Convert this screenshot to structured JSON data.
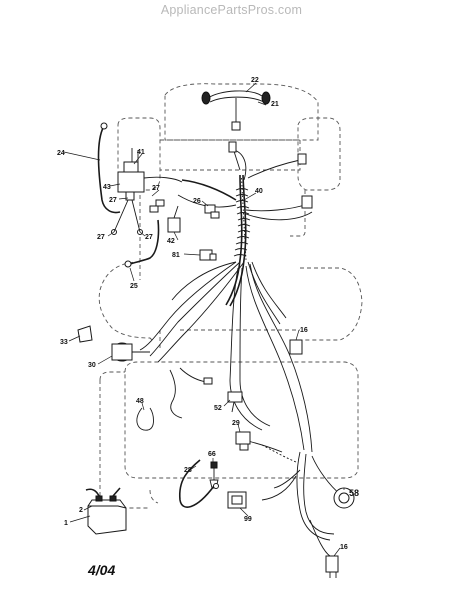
{
  "watermark": "AppliancePartsPros.com",
  "date_stamp": "4/04",
  "callouts": [
    {
      "id": "22",
      "text": "22"
    },
    {
      "id": "21",
      "text": "21"
    },
    {
      "id": "24",
      "text": "24"
    },
    {
      "id": "41",
      "text": "41"
    },
    {
      "id": "43",
      "text": "43"
    },
    {
      "id": "27a",
      "text": "27"
    },
    {
      "id": "27b",
      "text": "27"
    },
    {
      "id": "27c",
      "text": "27"
    },
    {
      "id": "27d",
      "text": "27"
    },
    {
      "id": "26",
      "text": "26"
    },
    {
      "id": "40",
      "text": "40"
    },
    {
      "id": "42",
      "text": "42"
    },
    {
      "id": "81",
      "text": "81"
    },
    {
      "id": "25",
      "text": "25"
    },
    {
      "id": "16a",
      "text": "16"
    },
    {
      "id": "33",
      "text": "33"
    },
    {
      "id": "30",
      "text": "30"
    },
    {
      "id": "52",
      "text": "52"
    },
    {
      "id": "48",
      "text": "48"
    },
    {
      "id": "29",
      "text": "29"
    },
    {
      "id": "66",
      "text": "66"
    },
    {
      "id": "28",
      "text": "28"
    },
    {
      "id": "58",
      "text": "58"
    },
    {
      "id": "2",
      "text": "2"
    },
    {
      "id": "1",
      "text": "1"
    },
    {
      "id": "99",
      "text": "99"
    },
    {
      "id": "16b",
      "text": "16"
    }
  ]
}
